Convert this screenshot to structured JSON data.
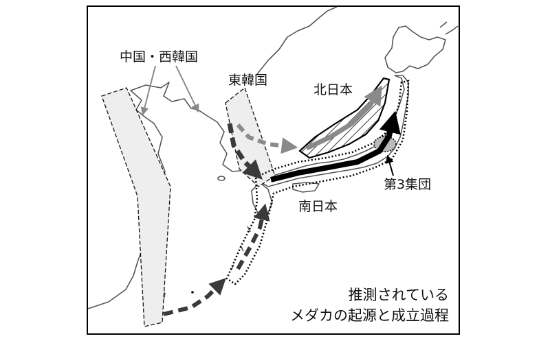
{
  "labels": {
    "china_west_korea": "中国・西韓国",
    "east_korea": "東韓国",
    "north_japan": "北日本",
    "south_japan": "南日本",
    "group3": "第3集団"
  },
  "caption": {
    "line1": "推測されている",
    "line2": "メダカの起源と成立過程"
  },
  "colors": {
    "coast": "#555555",
    "region_fill": "#eeeeee",
    "arrow_dark": "#3a3a3a",
    "arrow_mid": "#8a8a8a",
    "arrow_black": "#000000"
  },
  "icons": {
    "migration_arrow": "arrow-icon"
  }
}
